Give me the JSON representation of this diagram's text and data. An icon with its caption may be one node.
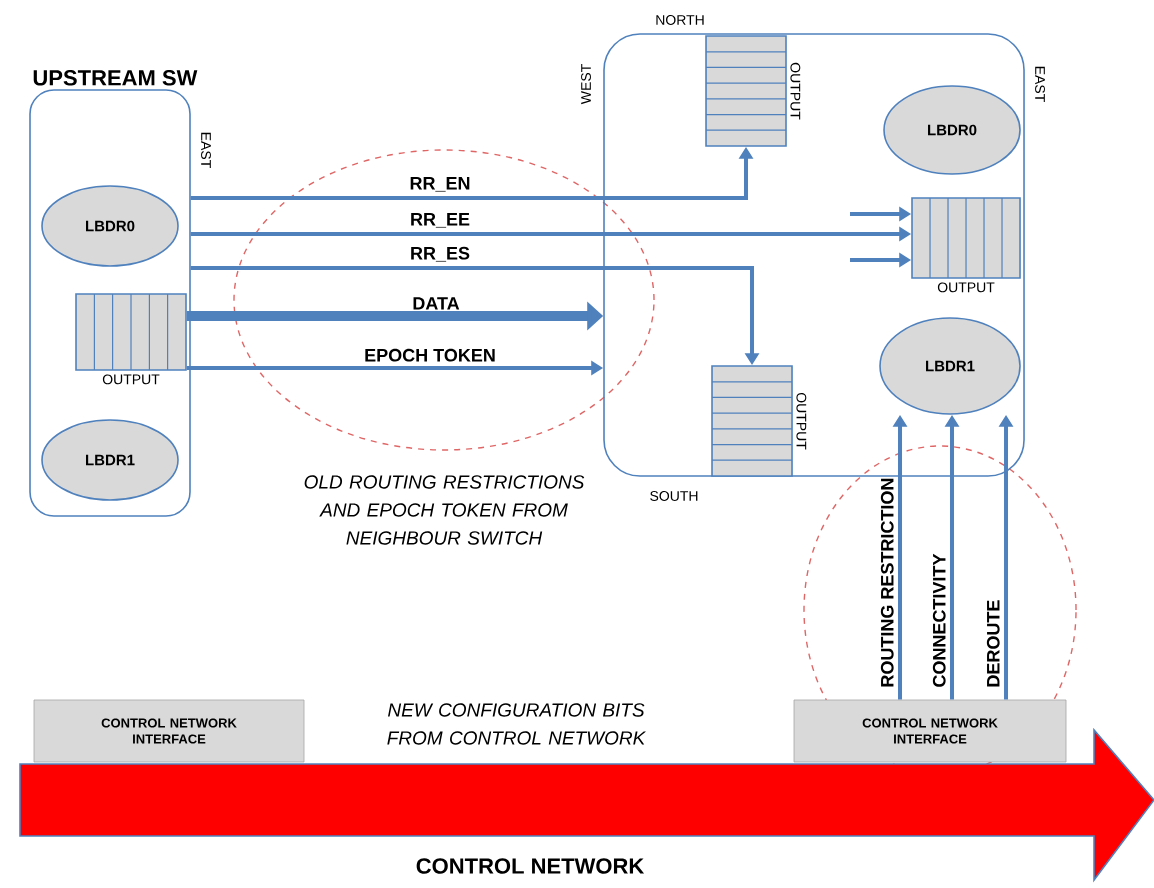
{
  "diagram": {
    "nodes": [
      {
        "text": [
          "UPSTREAM SW"
        ]
      },
      {
        "text": [
          "LBDR0"
        ],
        "in": 0
      },
      {
        "text": [
          "OUTPUT"
        ],
        "in": 0
      },
      {
        "text": [
          "LBDR1"
        ],
        "in": 0
      },
      {
        "text": [],
        "shape": "box"
      },
      {
        "text": [
          "OUTPUT"
        ],
        "in": 4
      },
      {
        "text": [
          "LBDR0"
        ],
        "in": 4
      },
      {
        "text": [
          "OUTPUT"
        ],
        "in": 4
      },
      {
        "text": [
          "LBDR1"
        ],
        "in": 4
      },
      {
        "text": [
          "OUTPUT"
        ],
        "in": 4
      },
      {
        "text": [
          "CONTROL NETWORK INTERFACE"
        ]
      },
      {
        "text": [
          "CONTROL NETWORK INTERFACE"
        ]
      },
      {
        "text": [
          "CONTROL NETWORK"
        ]
      }
    ],
    "edges": [
      {
        "from": 0,
        "to": 5,
        "arrow": "to",
        "label": "RR_EN"
      },
      {
        "from": 0,
        "to": 7,
        "arrow": "to",
        "label": "RR_EE"
      },
      {
        "from": 0,
        "to": 9,
        "arrow": "to",
        "label": "RR_ES"
      },
      {
        "from": 2,
        "to": 4,
        "arrow": "to",
        "label": "DATA",
        "style": "thick"
      },
      {
        "from": 2,
        "to": 4,
        "arrow": "to",
        "label": "EPOCH TOKEN"
      },
      {
        "from": null,
        "to": 7,
        "arrow": "to"
      },
      {
        "from": null,
        "to": 7,
        "arrow": "to"
      },
      {
        "from": 11,
        "to": 8,
        "arrow": "to",
        "label": "ROUTING RESTRICTION"
      },
      {
        "from": 11,
        "to": 8,
        "arrow": "to",
        "label": "CONNECTIVITY"
      },
      {
        "from": 11,
        "to": 8,
        "arrow": "to",
        "label": "DEROUTE"
      }
    ],
    "labels": [
      "NORTH",
      "EAST",
      "WEST",
      "EAST",
      "SOUTH",
      "OLD ROUTING RESTRICTIONS AND EPOCH TOKEN FROM NEIGHBOUR SWITCH",
      "NEW CONFIGURATION BITS FROM CONTROL NETWORK"
    ]
  }
}
